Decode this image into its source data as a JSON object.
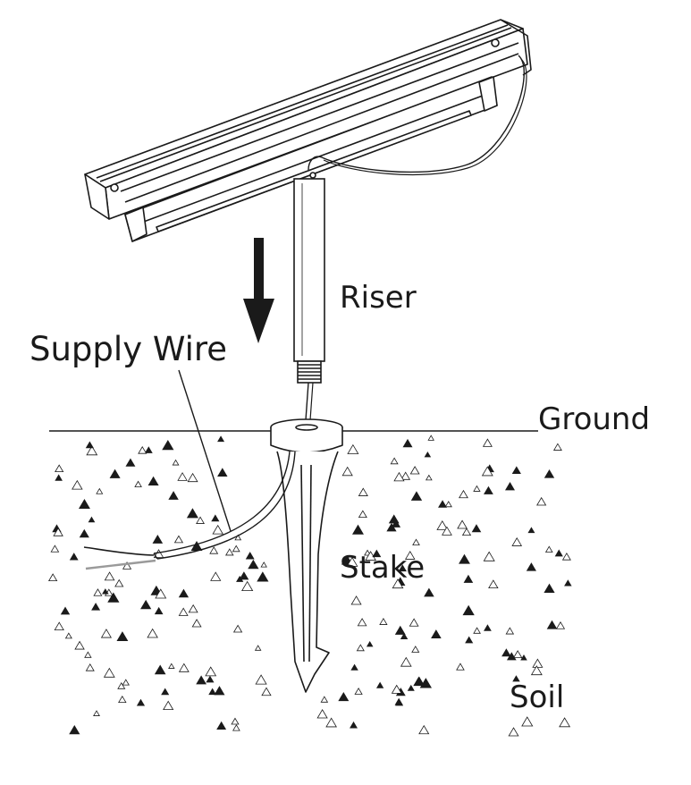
{
  "labels": {
    "riser": "Riser",
    "supply_wire": "Supply Wire",
    "ground": "Ground",
    "stake": "Stake",
    "soil": "Soil"
  },
  "colors": {
    "line": "#1a1a1a",
    "background": "#ffffff",
    "wire_gray": "#9a9a9a"
  }
}
